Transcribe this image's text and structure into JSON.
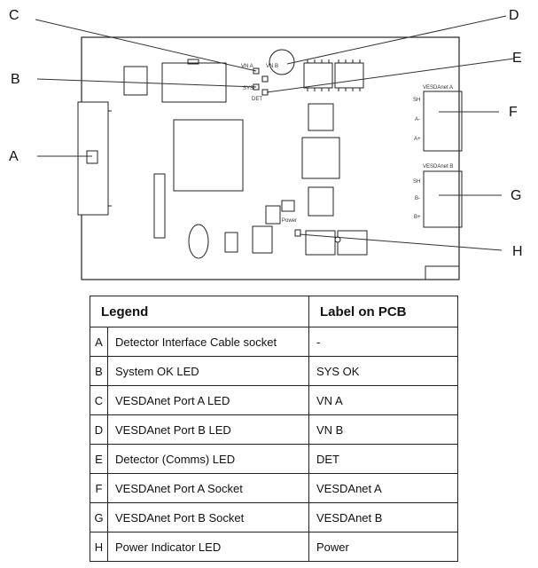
{
  "diagram": {
    "callouts": [
      "A",
      "B",
      "C",
      "D",
      "E",
      "F",
      "G",
      "H"
    ],
    "pcb_labels": {
      "sys": "SYS",
      "vn_a": "VN A",
      "vn_b": "VN B",
      "det": "DET",
      "port_a": "VESDAnet A",
      "port_b": "VESDAnet B",
      "power": "Power",
      "sh": "SH",
      "a_minus": "A-",
      "a_plus": "A+",
      "b_minus": "B-",
      "b_plus": "B+"
    }
  },
  "legend": {
    "heading": "Legend",
    "pcb_heading": "Label on PCB",
    "rows": [
      {
        "key": "A",
        "description": "Detector Interface Cable socket",
        "pcb": "-"
      },
      {
        "key": "B",
        "description": "System OK LED",
        "pcb": "SYS OK"
      },
      {
        "key": "C",
        "description": "VESDAnet Port A LED",
        "pcb": "VN A"
      },
      {
        "key": "D",
        "description": "VESDAnet Port B LED",
        "pcb": "VN B"
      },
      {
        "key": "E",
        "description": "Detector (Comms) LED",
        "pcb": "DET"
      },
      {
        "key": "F",
        "description": "VESDAnet Port A Socket",
        "pcb": "VESDAnet A"
      },
      {
        "key": "G",
        "description": "VESDAnet Port B Socket",
        "pcb": "VESDAnet B"
      },
      {
        "key": "H",
        "description": "Power Indicator LED",
        "pcb": "Power"
      }
    ]
  }
}
